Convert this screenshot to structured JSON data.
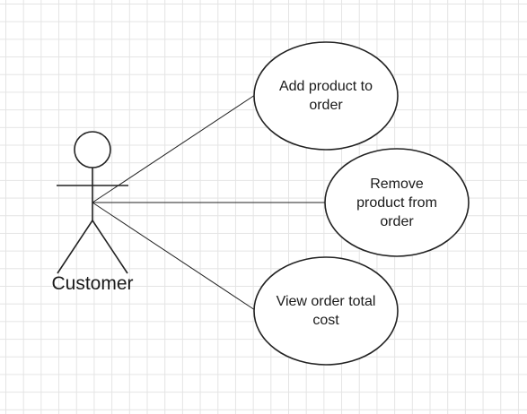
{
  "diagram": {
    "actor": {
      "name": "Customer",
      "icon": "stick-figure-actor-icon"
    },
    "use_cases": [
      {
        "id": "add-product",
        "label": "Add product to order"
      },
      {
        "id": "remove-product",
        "label": "Remove product from order"
      },
      {
        "id": "view-total",
        "label": "View order total cost"
      }
    ],
    "associations": [
      {
        "from": "Customer",
        "to": "add-product"
      },
      {
        "from": "Customer",
        "to": "remove-product"
      },
      {
        "from": "Customer",
        "to": "view-total"
      }
    ],
    "colors": {
      "stroke": "#222222",
      "grid": "#e4e4e4",
      "background": "#ffffff"
    }
  }
}
